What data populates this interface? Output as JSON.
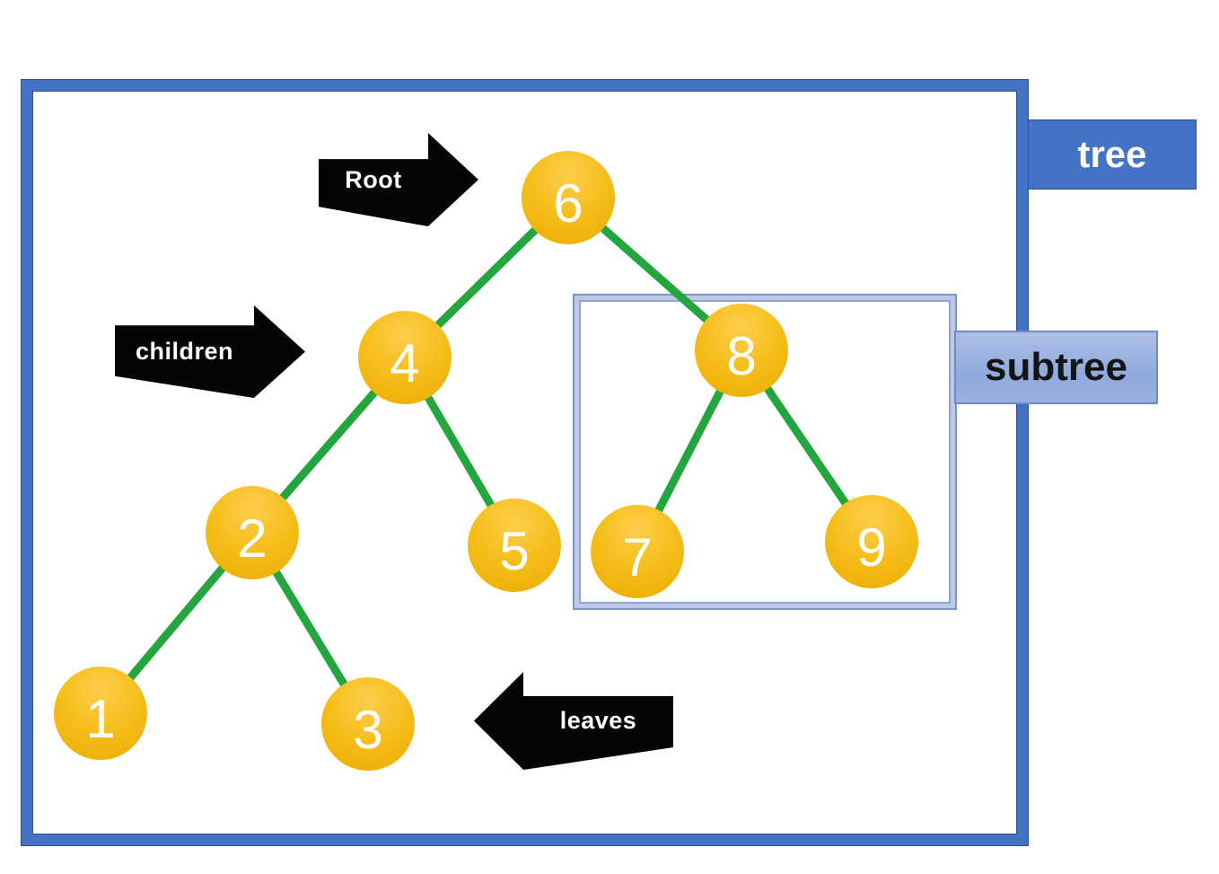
{
  "labels": {
    "tree_tag": "tree",
    "subtree_tag": "subtree",
    "root_arrow": "Root",
    "children_arrow": "children",
    "leaves_arrow": "leaves"
  },
  "nodes": {
    "n1": {
      "value": "1"
    },
    "n2": {
      "value": "2"
    },
    "n3": {
      "value": "3"
    },
    "n4": {
      "value": "4"
    },
    "n5": {
      "value": "5"
    },
    "n6": {
      "value": "6"
    },
    "n7": {
      "value": "7"
    },
    "n8": {
      "value": "8"
    },
    "n9": {
      "value": "9"
    }
  },
  "structure": {
    "root": "6",
    "edges": [
      [
        "6",
        "4"
      ],
      [
        "6",
        "8"
      ],
      [
        "4",
        "2"
      ],
      [
        "4",
        "5"
      ],
      [
        "2",
        "1"
      ],
      [
        "2",
        "3"
      ],
      [
        "8",
        "7"
      ],
      [
        "8",
        "9"
      ]
    ],
    "subtree_nodes": [
      "8",
      "7",
      "9"
    ],
    "annotated_leaves": [
      "1",
      "3"
    ]
  },
  "colors": {
    "frame_blue": "#4472C4",
    "frame_outline": "#2F528F",
    "node_gold": "#F6BE1C",
    "edge_green": "#23A63E",
    "subtree_tag_fill": "#8FAADC",
    "subtree_box_line": "#8FA5D4",
    "arrow_black": "#050505"
  }
}
